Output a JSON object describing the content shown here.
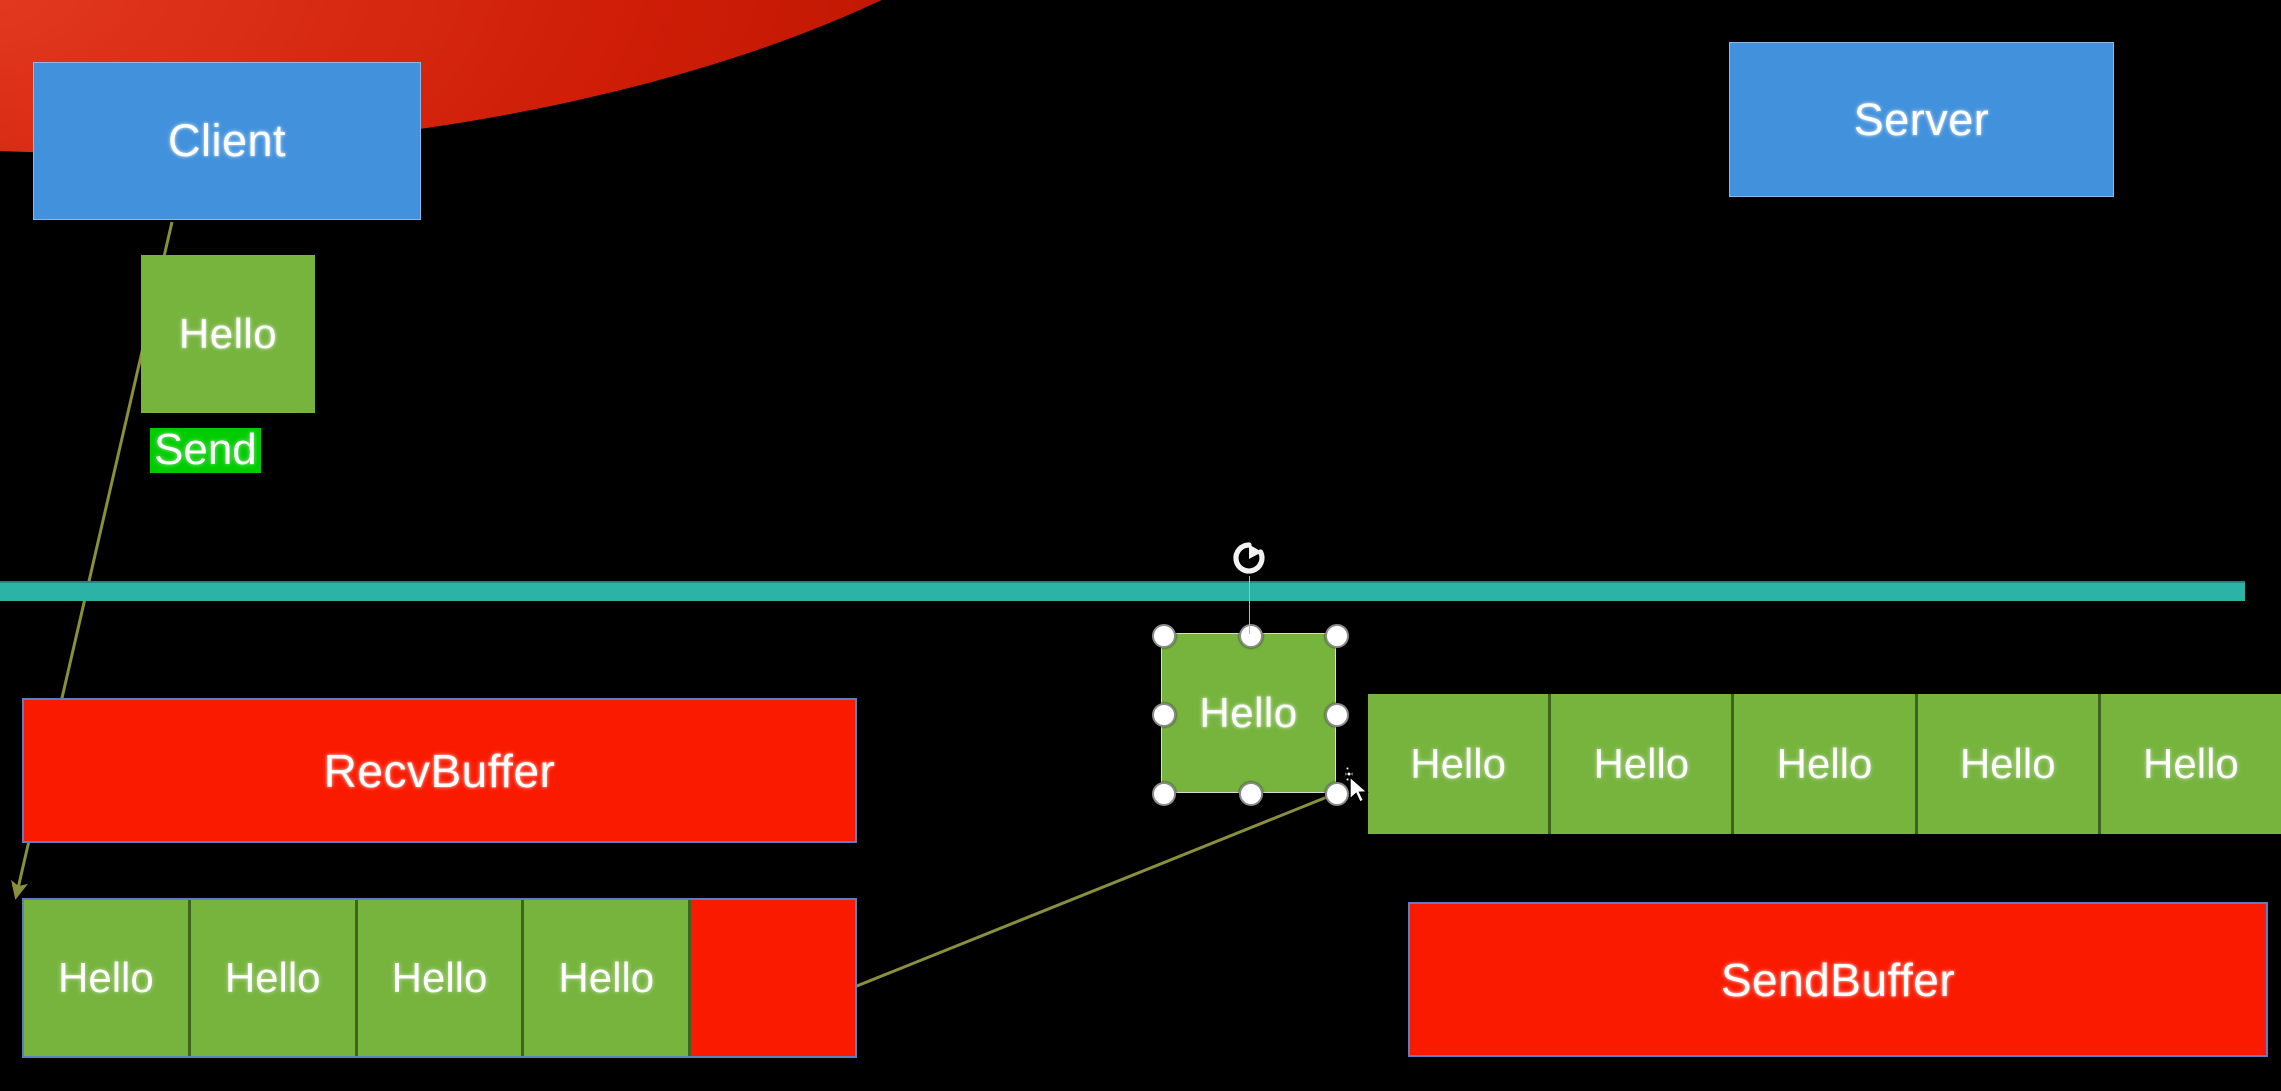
{
  "slide": {
    "background_color": "#000000",
    "accent_swoosh_color": "#CF1D07",
    "divider_color": "#2DB3A6",
    "blue_color": "#4191DC",
    "green_color": "#76B43E",
    "red_color": "#FA1A00",
    "highlight_color": "#00CC00",
    "connector_color": "#8A8F3C"
  },
  "nodes": {
    "client_label": "Client",
    "server_label": "Server",
    "client_packet_label": "Hello",
    "send_label": "Send",
    "floating_packet_label": "Hello",
    "recv_buffer_label": "RecvBuffer",
    "send_buffer_label": "SendBuffer"
  },
  "send_queue": {
    "cells": [
      "Hello",
      "Hello",
      "Hello",
      "Hello",
      "Hello"
    ]
  },
  "recv_queue": {
    "cells": [
      "Hello",
      "Hello",
      "Hello",
      "Hello"
    ],
    "free_slots": 1
  },
  "selection": {
    "handle_count": 8,
    "rotate_icon": "rotate-icon",
    "cursor": "move-cursor"
  }
}
